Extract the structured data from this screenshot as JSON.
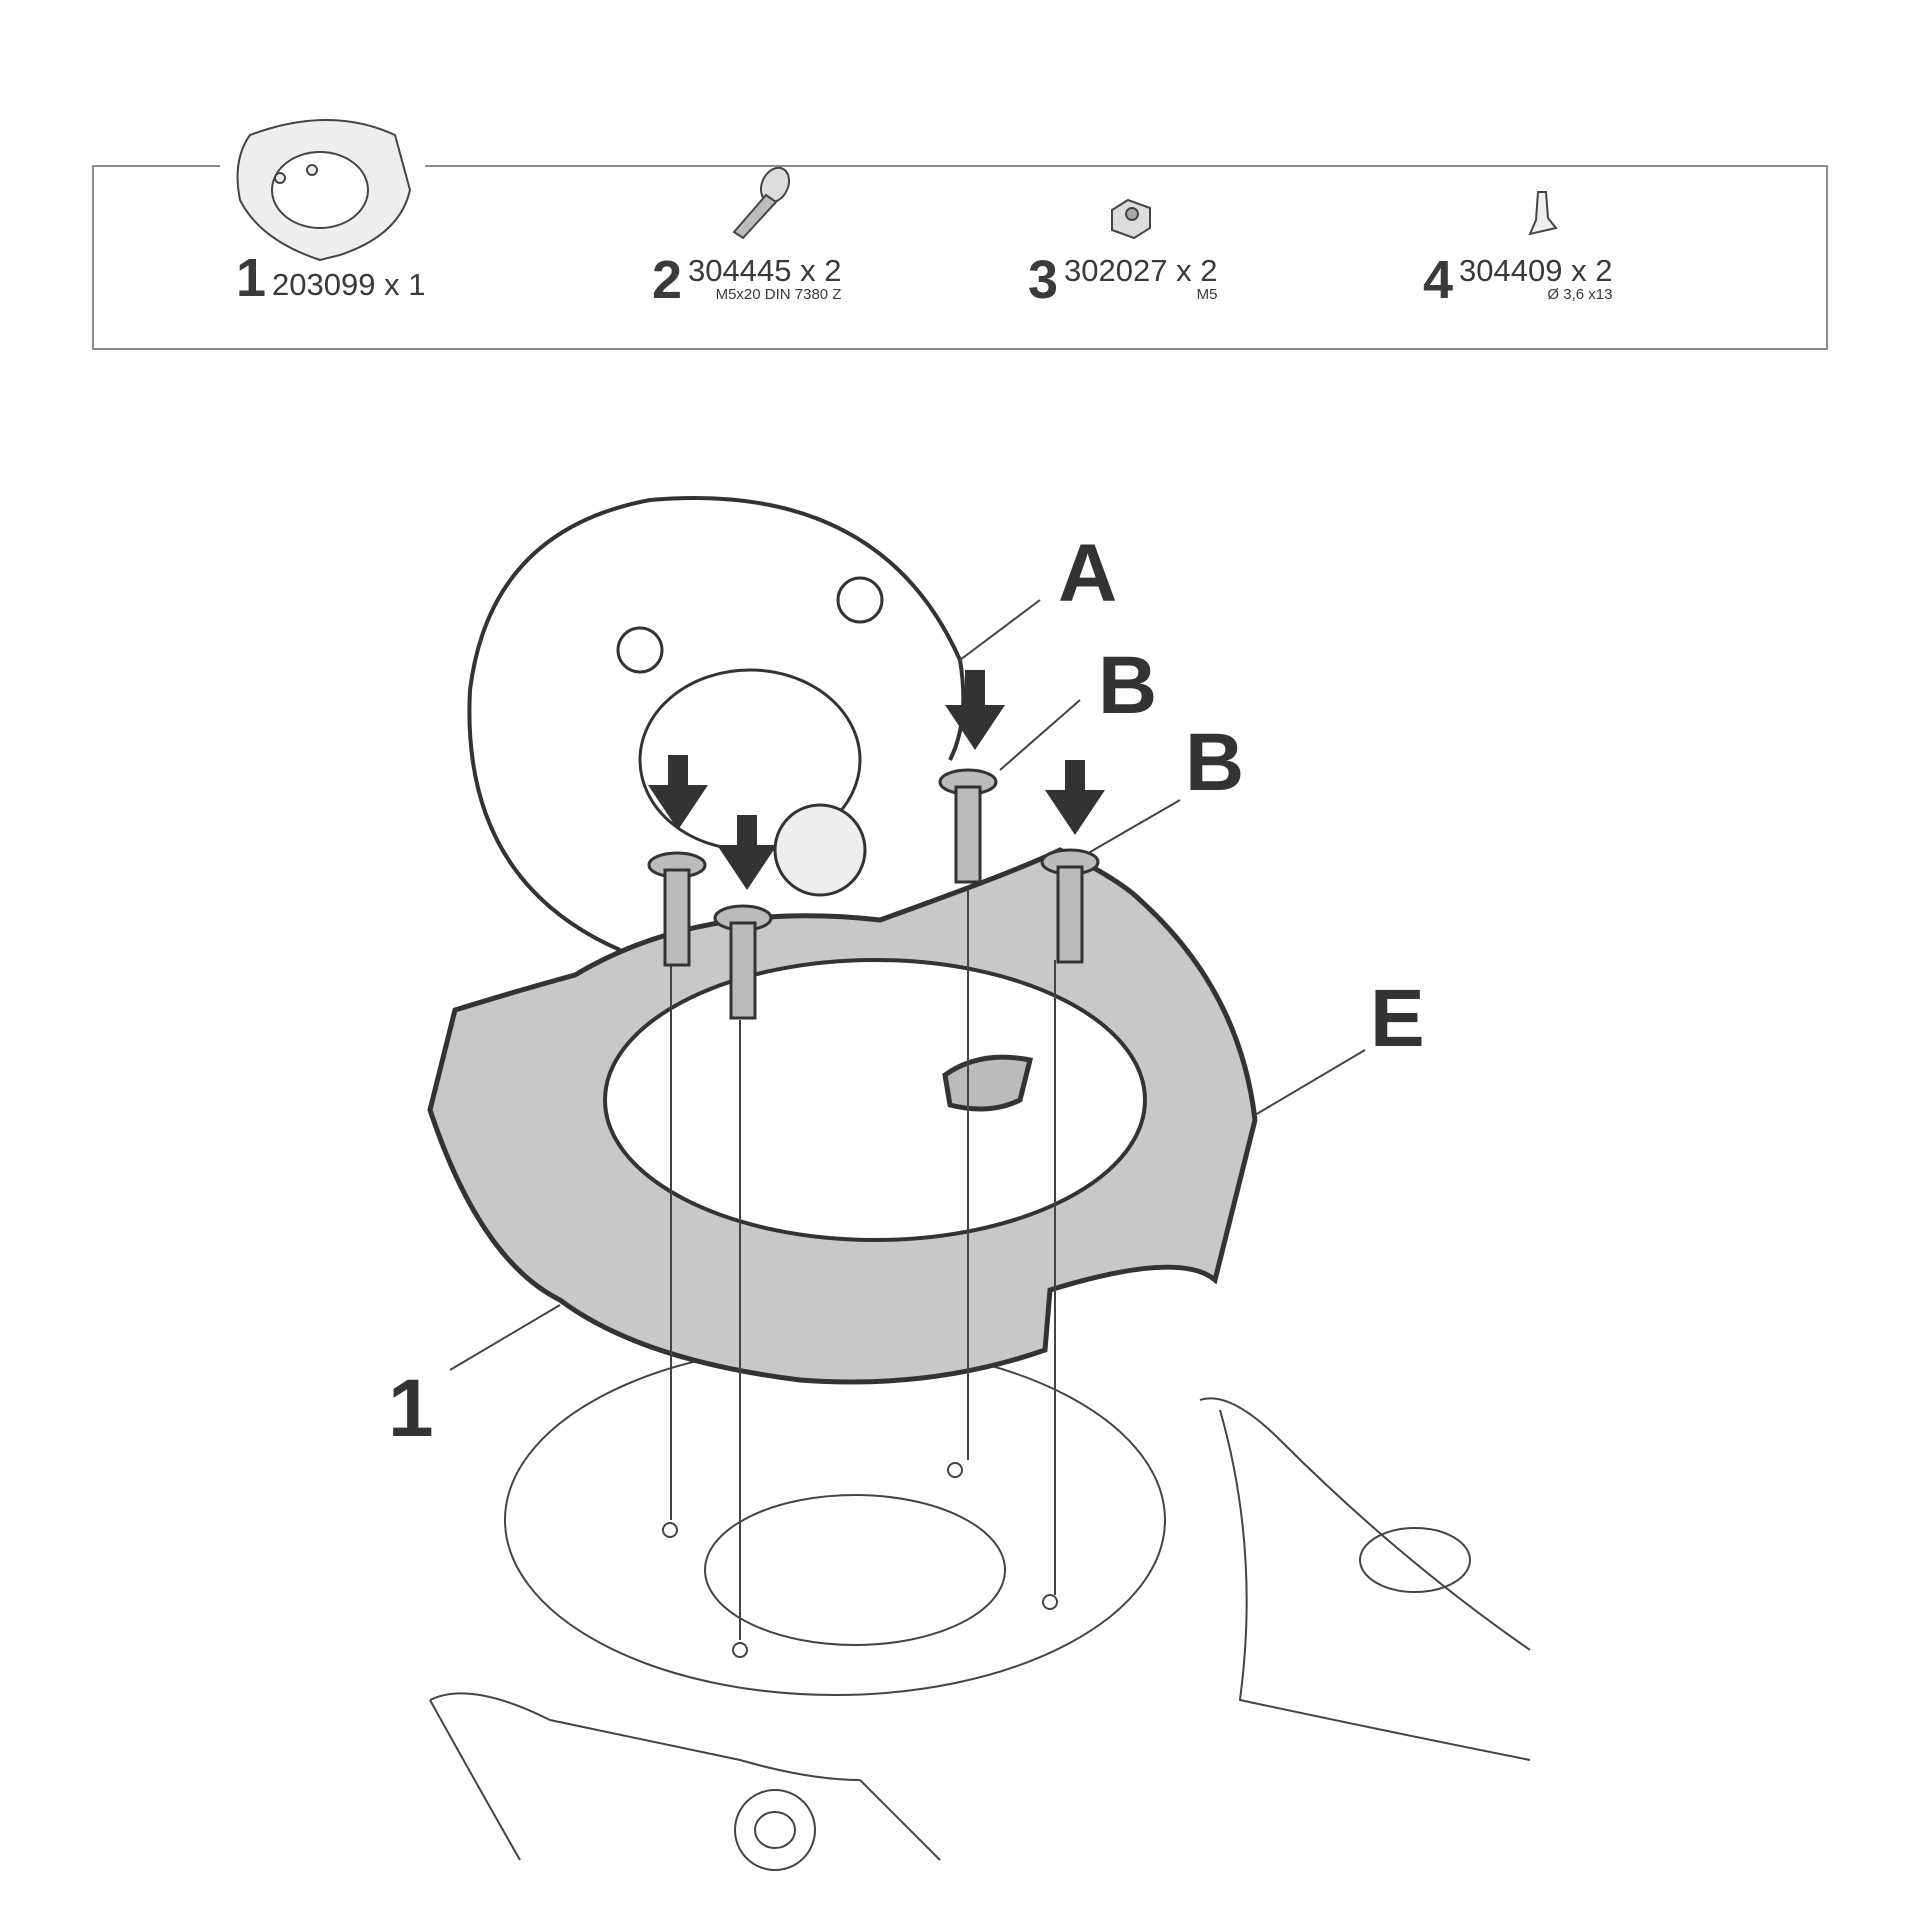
{
  "parts": [
    {
      "number": "1",
      "code": "203099 x 1",
      "spec": "",
      "icon": "tank-ring-icon"
    },
    {
      "number": "2",
      "code": "304445 x 2",
      "spec": "M5x20 DIN 7380 Z",
      "icon": "bolt-icon"
    },
    {
      "number": "3",
      "code": "302027 x 2",
      "spec": "M5",
      "icon": "nut-icon"
    },
    {
      "number": "4",
      "code": "304409 x 2",
      "spec": "Ø 3,6 x13",
      "icon": "screw-icon"
    }
  ],
  "callouts": {
    "a": "A",
    "b1": "B",
    "b2": "B",
    "e": "E",
    "one": "1"
  },
  "colors": {
    "ring_fill": "#c8c8c8",
    "line": "#333333",
    "box_border": "#8a8a8a"
  }
}
